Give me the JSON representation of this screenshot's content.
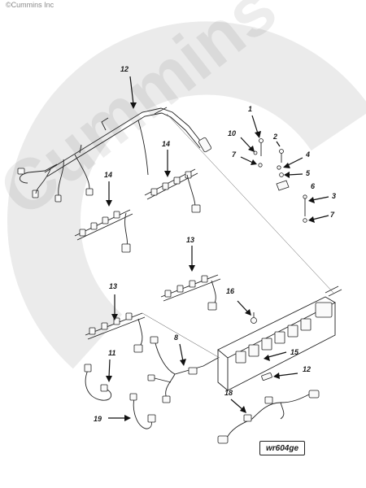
{
  "copyright": "©Cummins Inc",
  "watermark": "Cummins",
  "drawing_id": "wr604ge",
  "callouts": {
    "harness_main_top": "12",
    "injector_harness_a": "14",
    "injector_harness_b": "14",
    "screw_top": "1",
    "washer_10": "10",
    "nut_7_top": "7",
    "clamp_2": "2",
    "grommet_4": "4",
    "washer_5": "5",
    "clip_6": "6",
    "screw_3": "3",
    "nut_7_bottom": "7",
    "injector_harness_c": "13",
    "injector_harness_d": "13",
    "sensor_16": "16",
    "harness_8": "8",
    "sensor_harness_11": "11",
    "ecm_15": "15",
    "connector_12_bottom": "12",
    "jumper_18": "18",
    "harness_19": "19"
  }
}
